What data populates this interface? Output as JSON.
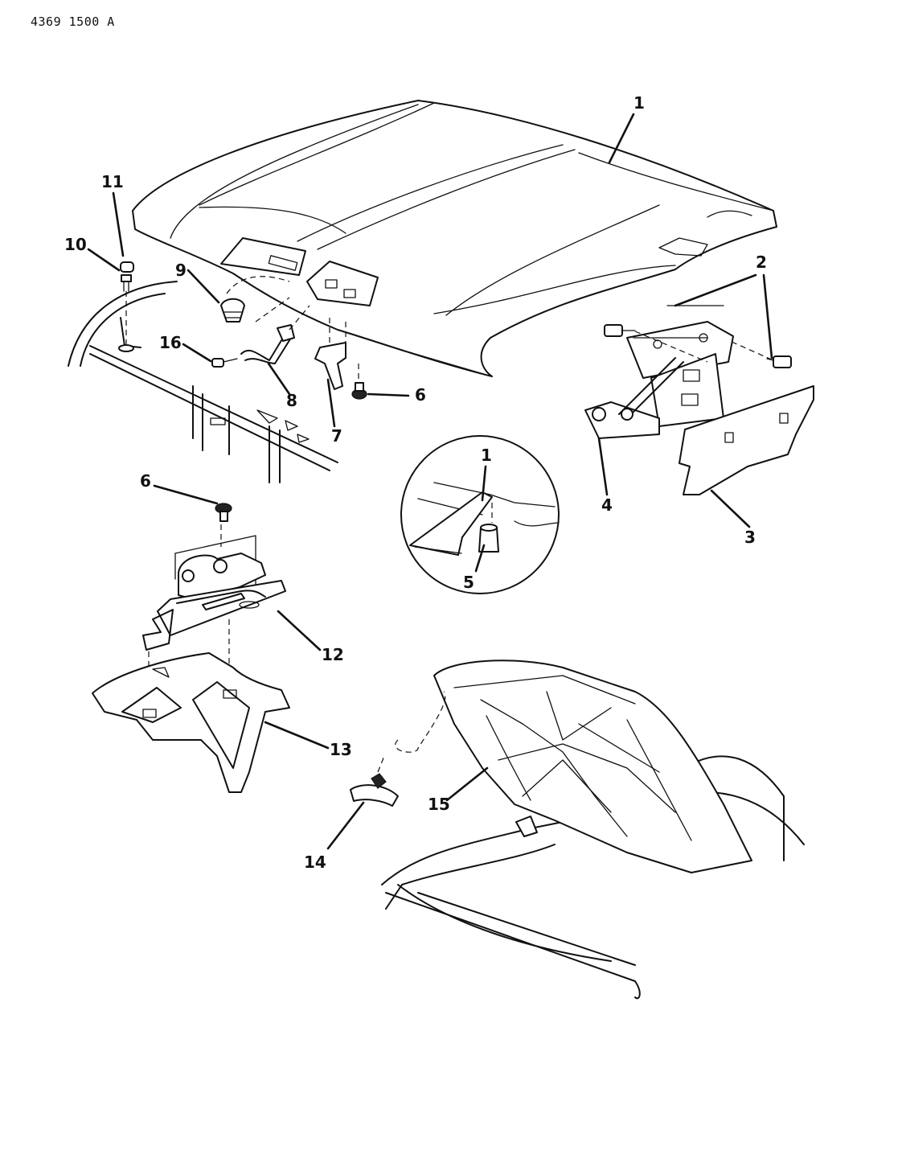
{
  "drawing_code": "4369  1500 A",
  "callouts": {
    "c1": "1",
    "c1_inset": "1",
    "c2": "2",
    "c3": "3",
    "c4": "4",
    "c5": "5",
    "c6_right": "6",
    "c6_left": "6",
    "c7": "7",
    "c8": "8",
    "c9": "9",
    "c10": "10",
    "c11": "11",
    "c12": "12",
    "c13": "13",
    "c14": "14",
    "c15": "15",
    "c16": "16"
  }
}
